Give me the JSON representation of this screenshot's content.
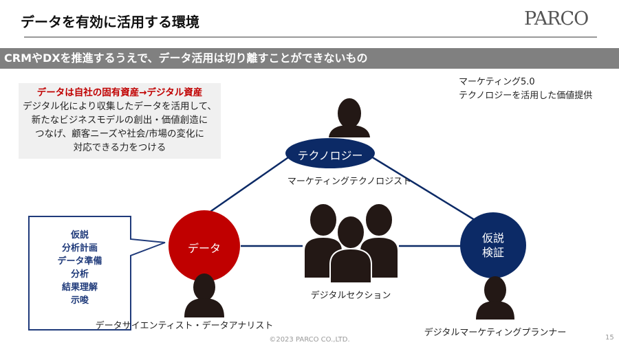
{
  "header": {
    "title": "データを有効に活用する環境",
    "logo": "PARCO"
  },
  "banner": "CRMやDXを推進するうえで、データ活用は切り離すことができないもの",
  "infobox": {
    "headline": "データは自社の固有資産→デジタル資産",
    "lines": [
      "デジタル化により収集したデータを活用して、",
      "新たなビジネスモデルの創出・価値創造に",
      "つなげ、顧客ニーズや社会/市場の変化に",
      "対応できる力をつける"
    ]
  },
  "marketing": {
    "line1": "マーケティング5.0",
    "line2": "テクノロジーを活用した価値提供"
  },
  "nodes": {
    "technology": "テクノロジー",
    "data": "データ",
    "hypothesis": [
      "仮説",
      "検証"
    ]
  },
  "roles": {
    "technologist": "マーケティングテクノロジスト",
    "section": "デジタルセクション",
    "analyst": "データサイエンティスト・データアナリスト",
    "planner": "デジタルマーケティングプランナー"
  },
  "callout": [
    "仮説",
    "分析計画",
    "データ準備",
    "分析",
    "結果理解",
    "示唆"
  ],
  "colors": {
    "navy": "#0c2a66",
    "red": "#c00000",
    "banner": "#808080"
  },
  "footer": {
    "copyright": "©2023 PARCO CO.,LTD.",
    "page": "15"
  }
}
